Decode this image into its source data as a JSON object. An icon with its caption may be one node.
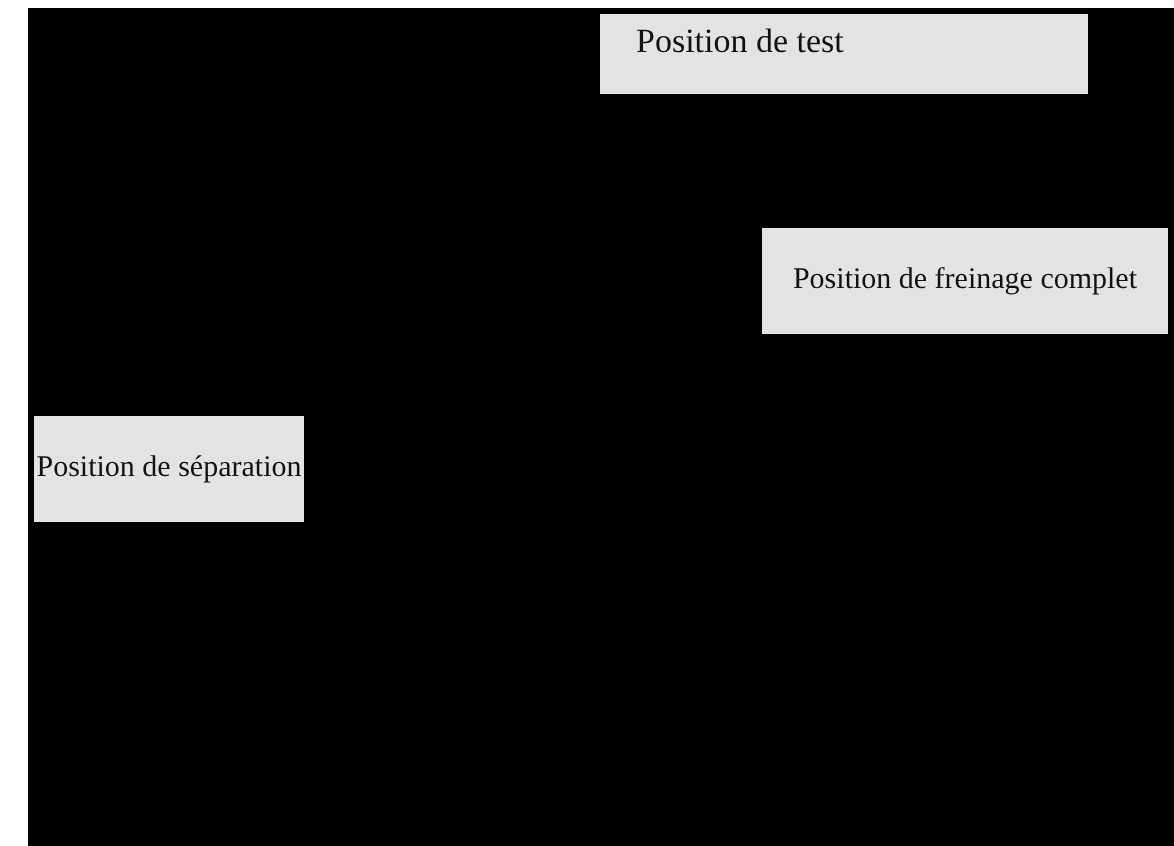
{
  "diagram": {
    "nodes": [
      {
        "text": [
          "Position de test"
        ]
      },
      {
        "text": [
          "Position de freinage complet"
        ]
      },
      {
        "text": [
          "Position de séparation"
        ]
      }
    ]
  }
}
